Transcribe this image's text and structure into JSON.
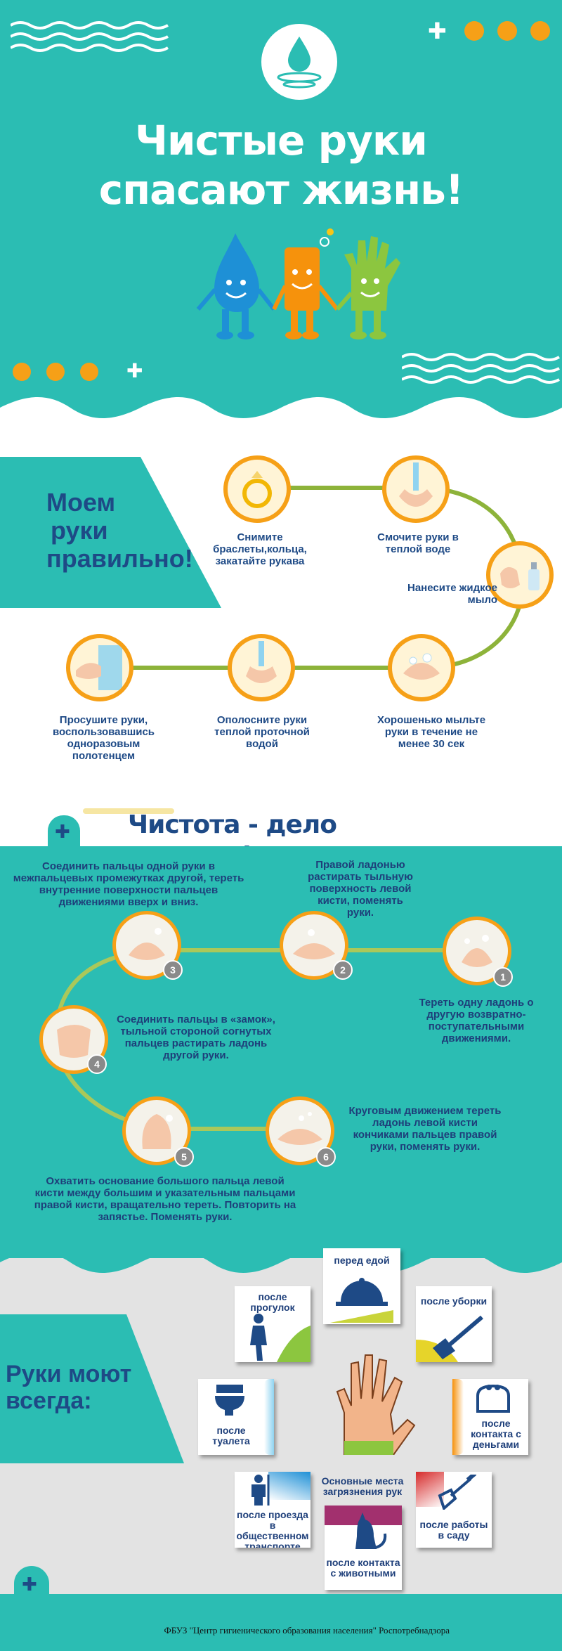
{
  "header": {
    "title_line1": "Чистые руки",
    "title_line2": "спасают жизнь!"
  },
  "wash_section": {
    "heading_line1": "Моем",
    "heading_line2": "руки",
    "heading_line3": "правильно!",
    "steps": [
      {
        "text": "Снимите браслеты,кольца, закатайте рукава",
        "icon": "ring-icon"
      },
      {
        "text": "Смочите руки в теплой воде",
        "icon": "water-hands-icon"
      },
      {
        "text": "Нанесите жидкое мыло",
        "icon": "soap-dispenser-icon"
      },
      {
        "text": "Хорошенько мыльте руки в течение не менее 30 сек",
        "icon": "lather-hands-icon"
      },
      {
        "text": "Ополосните руки теплой проточной водой",
        "icon": "rinse-hands-icon"
      },
      {
        "text": "Просушите руки, воспользовавшись одноразовым полотенцем",
        "icon": "towel-icon"
      }
    ]
  },
  "technique_section": {
    "heading": "Чистота - дело техники!",
    "steps": [
      {
        "num": "1",
        "text": "Тереть одну ладонь о другую возвратно-поступательными движениями."
      },
      {
        "num": "2",
        "text": "Правой ладонью растирать тыльную поверхность левой кисти, поменять руки."
      },
      {
        "num": "3",
        "text": "Соединить пальцы одной руки в межпальцевых промежутках другой, тереть внутренние поверхности пальцев движениями вверх и вниз."
      },
      {
        "num": "4",
        "text": "Соединить пальцы в «замок», тыльной стороной согнутых пальцев растирать ладонь другой руки."
      },
      {
        "num": "5",
        "text": "Охватить основание большого пальца левой кисти между большим и указательным пальцами правой кисти, вращательно тереть. Повторить на запястье. Поменять руки."
      },
      {
        "num": "6",
        "text": "Круговым движением тереть ладонь левой кисти кончиками пальцев правой руки, поменять руки."
      }
    ]
  },
  "always_section": {
    "heading_line1": "Руки моют",
    "heading_line2": "всегда:",
    "center_label": "Основные места загрязнения рук",
    "cards": {
      "meal": "перед едой",
      "walk": "после прогулок",
      "cleaning": "после уборки",
      "toilet": "после туалета",
      "money": "после контакта с деньгами",
      "transport": "после проезда в общественном транспорте",
      "animals": "после контакта с животными",
      "garden": "после работы в саду"
    }
  },
  "footer": {
    "text": "ФБУЗ \"Центр гигиенического образования населения\" Роспотребнадзора"
  },
  "colors": {
    "teal": "#2bbdb3",
    "orange": "#f6a017",
    "navy": "#1e4a86",
    "green_line": "#8db33a"
  }
}
